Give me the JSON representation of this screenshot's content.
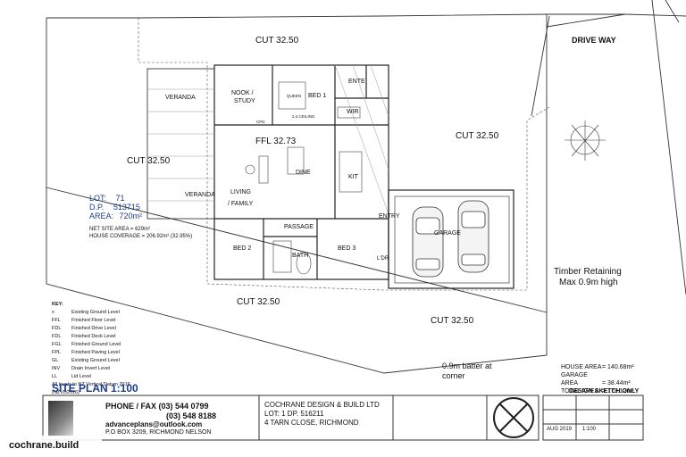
{
  "site": {
    "cut_top": "CUT 32.50",
    "cut_left": "CUT 32.50",
    "cut_right": "CUT 32.50",
    "cut_bottom_left": "CUT 32.50",
    "cut_bottom_right": "CUT 32.50",
    "driveway": "DRIVE WAY",
    "ffl": "FFL 32.73",
    "timber_retaining": "Timber Retaining",
    "timber_height": "Max 0.9m high",
    "batter": "0.9m batter at",
    "batter2": "corner"
  },
  "rooms": {
    "veranda_top": "VERANDA",
    "veranda_left": "VERANDA",
    "nook": "NOOK /",
    "study": "STUDY",
    "bed1": "BED 1",
    "ente": "ENTE",
    "wir": "WIR",
    "dine": "DINE",
    "kit": "KIT",
    "living": "LIVING",
    "family": "/ FAMILY",
    "passage": "PASSAGE",
    "bed2": "BED 2",
    "bath": "BATH",
    "bed3": "BED 3",
    "entry": "ENTRY",
    "garage": "GARAGE",
    "ldr": "L'DR",
    "queen": "QUEEN",
    "cpd": "CPD",
    "ceiling": "2.4 CEILING"
  },
  "lot": {
    "lot_label": "LOT:",
    "lot_value": "71",
    "dp_label": "D.P.",
    "dp_value": "513715",
    "area_label": "AREA:",
    "area_value": "720m²",
    "net_site": "NET SITE AREA = 629m²",
    "coverage": "HOUSE COVERAGE = 206.92m² (32.95%)"
  },
  "key": {
    "title": "KEY:",
    "items": [
      [
        "x",
        "Existing Ground Level"
      ],
      [
        "FFL",
        "Finished Floor Level"
      ],
      [
        "FDL",
        "Finished Drive Level"
      ],
      [
        "FDL",
        "Finished Deck Level"
      ],
      [
        "FGL",
        "Finished Ground Level"
      ],
      [
        "FPL",
        "Finished Paving Level"
      ],
      [
        "GL",
        "Existing Ground Level"
      ],
      [
        "INV",
        "Drain Invert Level"
      ],
      [
        "LL",
        "Lid Level"
      ]
    ],
    "note": "All levels to NZ Vertical Datum 2016",
    "note2": "(NZVD2016)"
  },
  "areas": {
    "house": "HOUSE AREA",
    "house_v": "= 140.68m²",
    "garage": "GARAGE AREA",
    "garage_v": "= 38.44m²",
    "total": "TOTAL AREA",
    "total_v": "= 179.12m²",
    "sketch": "DESIGN SKETCH ONLY"
  },
  "title_block": {
    "site_plan": "SITE PLAN  1:100",
    "phone": "PHONE / FAX (03) 544 0799",
    "phone2": "(03) 548 8188",
    "email": "advanceplans@outlook.com",
    "po": "P.O BOX 3209, RICHMOND NELSON",
    "firm": "COCHRANE DESIGN & BUILD LTD",
    "lot_line": "LOT: 1 DP. 516211",
    "address": "4 TARN CLOSE, RICHMOND",
    "date": "AUG 2019",
    "scale": "1:100"
  },
  "watermark": "cochrane.build"
}
